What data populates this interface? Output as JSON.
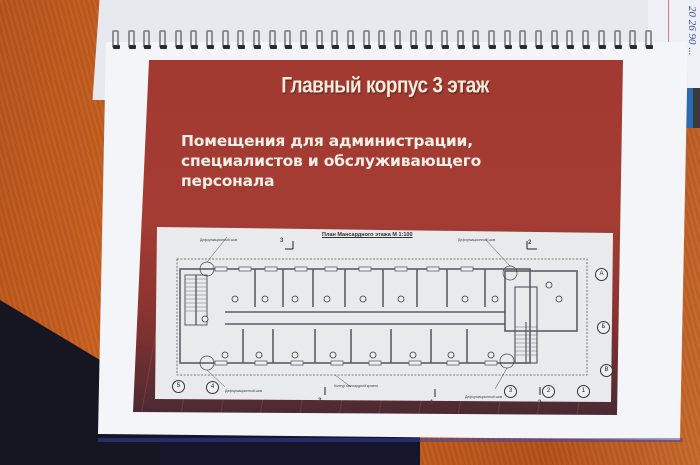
{
  "scene": {
    "description": "Photo of a spiral-bound printed presentation page lying on a wooden desk",
    "colors": {
      "desk": "#b8531c",
      "paper": "#f4f5f8",
      "slide_background": "#a33a32",
      "slide_text": "#f7ecd9",
      "plan_background": "#e9eaec"
    }
  },
  "slide": {
    "title": "Главный корпус 3 этаж",
    "subtitle_lines": [
      "Помещения для администрации,",
      "специалистов и обслуживающего",
      "персонала"
    ]
  },
  "floor_plan": {
    "title": "План Мансардного этажа М 1:100",
    "annotations": {
      "expansion_joint": "Деформационный шов",
      "attic_roof_contour": "Контур мансардной кровли"
    },
    "section_markers": [
      "3",
      "2",
      "3",
      "1",
      "2"
    ],
    "axes_bottom": [
      "5",
      "4",
      "3",
      "2",
      "1"
    ],
    "axes_right": [
      "А",
      "Б",
      "В"
    ]
  },
  "note": {
    "handwriting": "20 26 90 ..."
  }
}
